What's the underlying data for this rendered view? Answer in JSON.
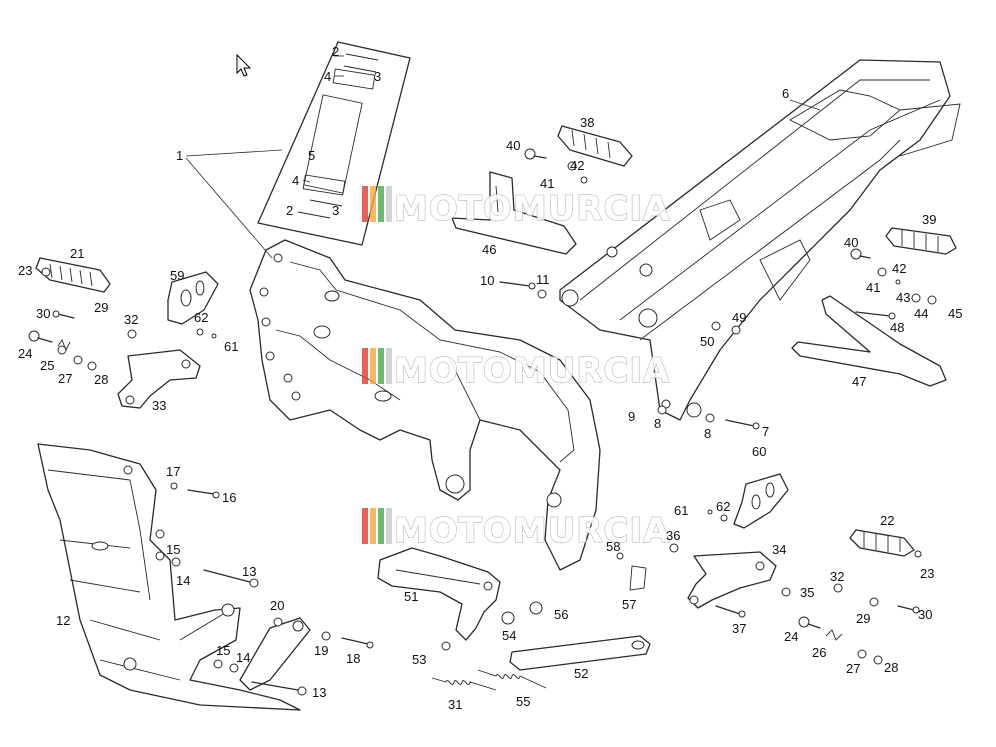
{
  "watermark": {
    "text": "MOTOMURCIA",
    "bar_colors": [
      "#e03b2e",
      "#f2a93b",
      "#49a84b",
      "#c8c8c8"
    ]
  },
  "labels": [
    {
      "id": "l1",
      "text": "1"
    },
    {
      "id": "l2a",
      "text": "2"
    },
    {
      "id": "l3a",
      "text": "3"
    },
    {
      "id": "l4a",
      "text": "4"
    },
    {
      "id": "l5",
      "text": "5"
    },
    {
      "id": "l4b",
      "text": "4"
    },
    {
      "id": "l2b",
      "text": "2"
    },
    {
      "id": "l3b",
      "text": "3"
    },
    {
      "id": "l6",
      "text": "6"
    },
    {
      "id": "l38",
      "text": "38"
    },
    {
      "id": "l40a",
      "text": "40"
    },
    {
      "id": "l42a",
      "text": "42"
    },
    {
      "id": "l41a",
      "text": "41"
    },
    {
      "id": "l46",
      "text": "46"
    },
    {
      "id": "l10",
      "text": "10"
    },
    {
      "id": "l11",
      "text": "11"
    },
    {
      "id": "l39",
      "text": "39"
    },
    {
      "id": "l40b",
      "text": "40"
    },
    {
      "id": "l42b",
      "text": "42"
    },
    {
      "id": "l41b",
      "text": "41"
    },
    {
      "id": "l43",
      "text": "43"
    },
    {
      "id": "l44",
      "text": "44"
    },
    {
      "id": "l45",
      "text": "45"
    },
    {
      "id": "l48",
      "text": "48"
    },
    {
      "id": "l49",
      "text": "49"
    },
    {
      "id": "l50",
      "text": "50"
    },
    {
      "id": "l47",
      "text": "47"
    },
    {
      "id": "l9",
      "text": "9"
    },
    {
      "id": "l8a",
      "text": "8"
    },
    {
      "id": "l8b",
      "text": "8"
    },
    {
      "id": "l7",
      "text": "7"
    },
    {
      "id": "l21",
      "text": "21"
    },
    {
      "id": "l23a",
      "text": "23"
    },
    {
      "id": "l59",
      "text": "59"
    },
    {
      "id": "l30a",
      "text": "30"
    },
    {
      "id": "l29a",
      "text": "29"
    },
    {
      "id": "l32a",
      "text": "32"
    },
    {
      "id": "l62a",
      "text": "62"
    },
    {
      "id": "l61a",
      "text": "61"
    },
    {
      "id": "l24a",
      "text": "24"
    },
    {
      "id": "l25",
      "text": "25"
    },
    {
      "id": "l27a",
      "text": "27"
    },
    {
      "id": "l28a",
      "text": "28"
    },
    {
      "id": "l33",
      "text": "33"
    },
    {
      "id": "l17",
      "text": "17"
    },
    {
      "id": "l16",
      "text": "16"
    },
    {
      "id": "l15a",
      "text": "15"
    },
    {
      "id": "l14a",
      "text": "14"
    },
    {
      "id": "l13a",
      "text": "13"
    },
    {
      "id": "l12",
      "text": "12"
    },
    {
      "id": "l15b",
      "text": "15"
    },
    {
      "id": "l14b",
      "text": "14"
    },
    {
      "id": "l13b",
      "text": "13"
    },
    {
      "id": "l20",
      "text": "20"
    },
    {
      "id": "l19",
      "text": "19"
    },
    {
      "id": "l18",
      "text": "18"
    },
    {
      "id": "l51",
      "text": "51"
    },
    {
      "id": "l54",
      "text": "54"
    },
    {
      "id": "l56",
      "text": "56"
    },
    {
      "id": "l53",
      "text": "53"
    },
    {
      "id": "l52",
      "text": "52"
    },
    {
      "id": "l31",
      "text": "31"
    },
    {
      "id": "l55",
      "text": "55"
    },
    {
      "id": "l58",
      "text": "58"
    },
    {
      "id": "l57",
      "text": "57"
    },
    {
      "id": "l60",
      "text": "60"
    },
    {
      "id": "l61b",
      "text": "61"
    },
    {
      "id": "l62b",
      "text": "62"
    },
    {
      "id": "l36",
      "text": "36"
    },
    {
      "id": "l34",
      "text": "34"
    },
    {
      "id": "l35",
      "text": "35"
    },
    {
      "id": "l37",
      "text": "37"
    },
    {
      "id": "l22",
      "text": "22"
    },
    {
      "id": "l23b",
      "text": "23"
    },
    {
      "id": "l32b",
      "text": "32"
    },
    {
      "id": "l29b",
      "text": "29"
    },
    {
      "id": "l30b",
      "text": "30"
    },
    {
      "id": "l24b",
      "text": "24"
    },
    {
      "id": "l26",
      "text": "26"
    },
    {
      "id": "l27b",
      "text": "27"
    },
    {
      "id": "l28b",
      "text": "28"
    }
  ]
}
